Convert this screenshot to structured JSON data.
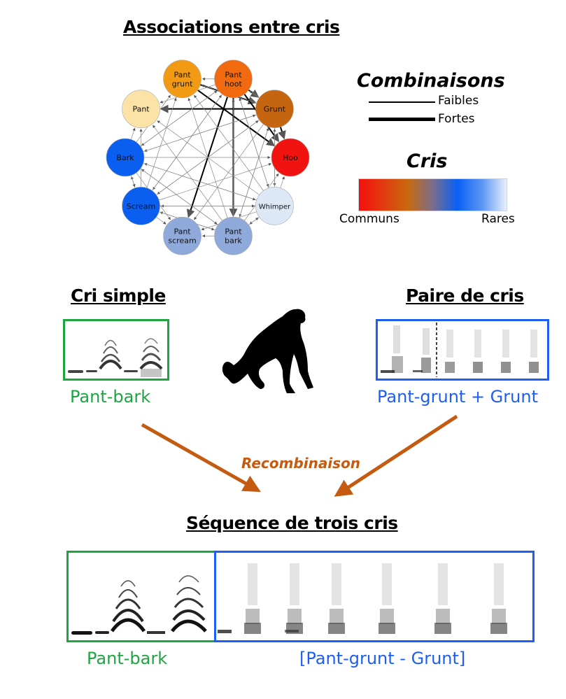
{
  "network": {
    "title": "Associations entre cris",
    "nodes": [
      {
        "id": "pant_grunt",
        "label": [
          "Pant",
          "grunt"
        ],
        "color": "#f39a14"
      },
      {
        "id": "pant_hoot",
        "label": [
          "Pant",
          "hoot"
        ],
        "color": "#f26a10"
      },
      {
        "id": "grunt",
        "label": [
          "Grunt"
        ],
        "color": "#c5650f"
      },
      {
        "id": "hoo",
        "label": [
          "Hoo"
        ],
        "color": "#f0130f"
      },
      {
        "id": "whimper",
        "label": [
          "Whimper"
        ],
        "color": "#dce8f5"
      },
      {
        "id": "pant_bark",
        "label": [
          "Pant",
          "bark"
        ],
        "color": "#8fa9da"
      },
      {
        "id": "pant_scream",
        "label": [
          "Pant",
          "scream"
        ],
        "color": "#8fa9da"
      },
      {
        "id": "scream",
        "label": [
          "Scream"
        ],
        "color": "#0a5ff0"
      },
      {
        "id": "bark",
        "label": [
          "Bark"
        ],
        "color": "#0a5ff0"
      },
      {
        "id": "pant",
        "label": [
          "Pant"
        ],
        "color": "#fbe2a6"
      }
    ],
    "strong_edges": [
      [
        "pant_grunt",
        "grunt"
      ],
      [
        "pant_grunt",
        "hoo"
      ],
      [
        "pant_hoot",
        "hoo"
      ],
      [
        "pant_hoot",
        "pant_bark"
      ],
      [
        "pant_hoot",
        "pant_scream"
      ],
      [
        "grunt",
        "pant"
      ],
      [
        "pant_hoot",
        "grunt"
      ],
      [
        "grunt",
        "hoo"
      ]
    ]
  },
  "legend": {
    "combinations_title": "Combinaisons",
    "weak_label": "Faibles",
    "strong_label": "Fortes",
    "cris_title": "Cris",
    "scale_left": "Communs",
    "scale_right": "Rares",
    "gradient_colors": [
      "#f5100c",
      "#e03c10",
      "#c8690f",
      "#7a6e8a",
      "#0a60f5",
      "#5a95f2",
      "#e8f0fb"
    ]
  },
  "single_call": {
    "title": "Cri simple",
    "caption": "Pant-bark"
  },
  "call_pair": {
    "title": "Paire de cris",
    "caption": "Pant-grunt + Grunt"
  },
  "recombination": {
    "label": "Recombinaison"
  },
  "sequence": {
    "title": "Séquence de trois cris",
    "left_caption": "Pant-bark",
    "right_caption": "[Pant-grunt - Grunt]"
  },
  "colors": {
    "green": "#1ea541",
    "blue": "#1f5ef2",
    "arrow": "#c55a11"
  }
}
